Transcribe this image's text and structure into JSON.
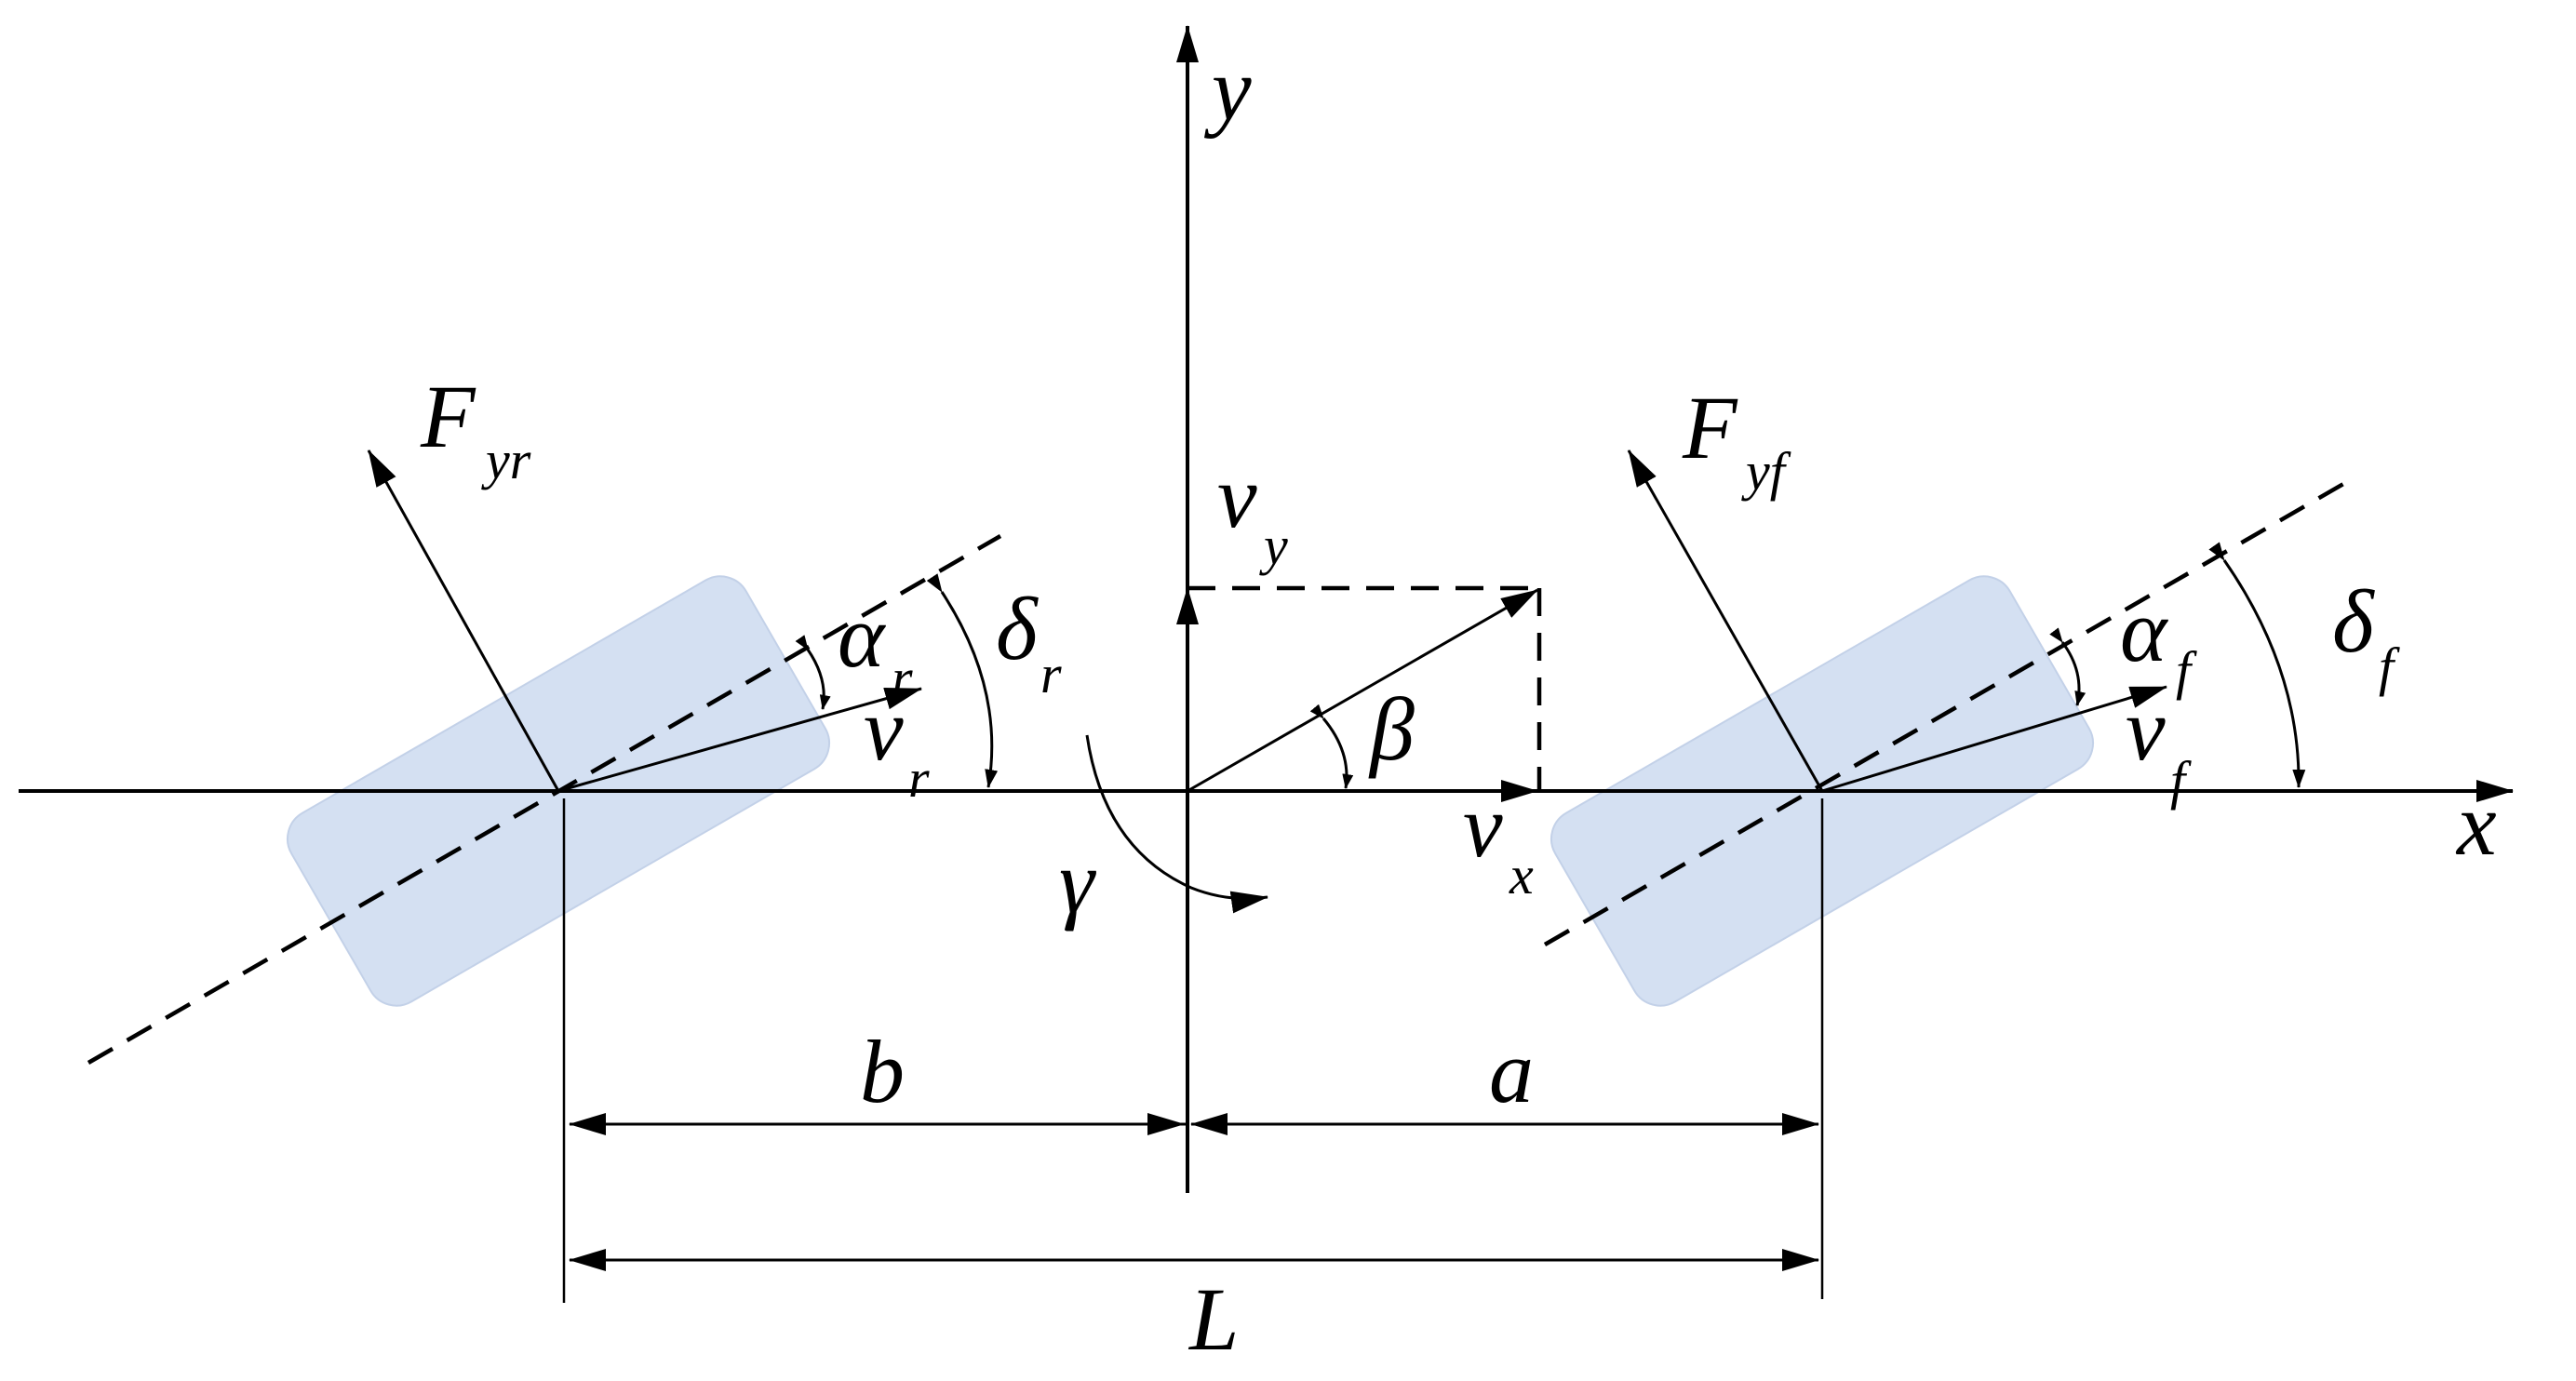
{
  "labels": {
    "y_axis": "y",
    "x_axis": "x",
    "F_rear_main": "F",
    "F_rear_sub": "yr",
    "F_front_main": "F",
    "F_front_sub": "yf",
    "vy_main": "v",
    "vy_sub": "y",
    "vx_main": "v",
    "vx_sub": "x",
    "vr_main": "v",
    "vr_sub": "r",
    "vf_main": "v",
    "vf_sub": "f",
    "alpha_r_main": "α",
    "alpha_r_sub": "r",
    "alpha_f_main": "α",
    "alpha_f_sub": "f",
    "delta_r_main": "δ",
    "delta_r_sub": "r",
    "delta_f_main": "δ",
    "delta_f_sub": "f",
    "beta": "β",
    "gamma": "γ",
    "dim_b": "b",
    "dim_a": "a",
    "dim_L": "L"
  },
  "colors": {
    "line": "#000000",
    "wheel_fill": "#d4e0f2",
    "background": "#ffffff"
  }
}
